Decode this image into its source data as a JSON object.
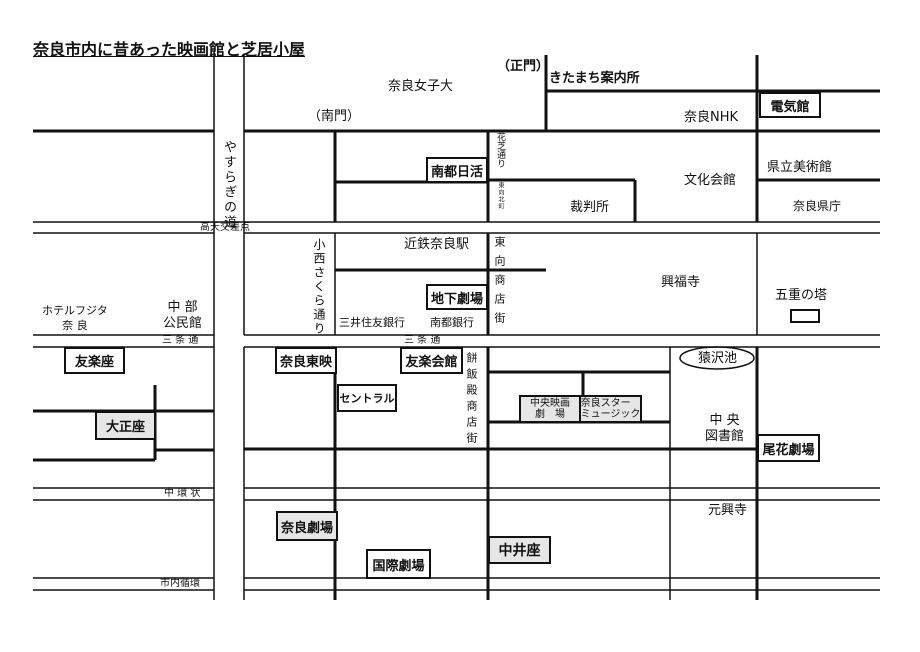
{
  "title": "奈良市内に昔あった映画館と芝居小屋",
  "roads": {
    "yasuragi": "やすらぎの道",
    "takaten": "高天交差点",
    "sanjo_left": "三 条 通",
    "sanjo_mid": "三 条 通",
    "naka_kanjo": "中 環 状",
    "shinai_junkan": "市内循環",
    "konishi": "小西さくら通り",
    "hanashiba": "花芝通り",
    "higashimuki_kita": "東向北町",
    "higashimuki": "東向商店街",
    "mochiidono": "餅飯殿商店街"
  },
  "landmarks": {
    "joshidai": "奈良女子大",
    "seimon": "（正門）",
    "nanmon": "（南門）",
    "kitamachi": "きたまち案内所",
    "nhk": "奈良NHK",
    "bunka": "文化会館",
    "saibansho": "裁判所",
    "bijutsukan": "県立美術館",
    "kencho": "奈良県庁",
    "kintetsu": "近鉄奈良駅",
    "kofukuji": "興福寺",
    "gojunoto": "五重の塔",
    "hotel": "ホテルフジタ\n奈 良",
    "chubu": "中 部\n公民館",
    "mitsui": "三井住友銀行",
    "nanto_bank": "南都銀行",
    "sarusawa": "猿沢池",
    "library": "中 央\n図書館",
    "gangoji": "元興寺"
  },
  "theaters": {
    "denkikan": "電気館",
    "nanto_nikkatsu": "南都日活",
    "chika": "地下劇場",
    "yurakuza": "友楽座",
    "taishoza": "大正座",
    "nara_toei": "奈良東映",
    "yuraku_kaikan": "友楽会館",
    "central": "セントラル",
    "chuo_eiga": "中央映画\n劇　場",
    "nara_star": "奈良スター\nミュージック",
    "obana": "尾花劇場",
    "nara_gekijo": "奈良劇場",
    "kokusai": "国際劇場",
    "nakaiza": "中井座"
  }
}
